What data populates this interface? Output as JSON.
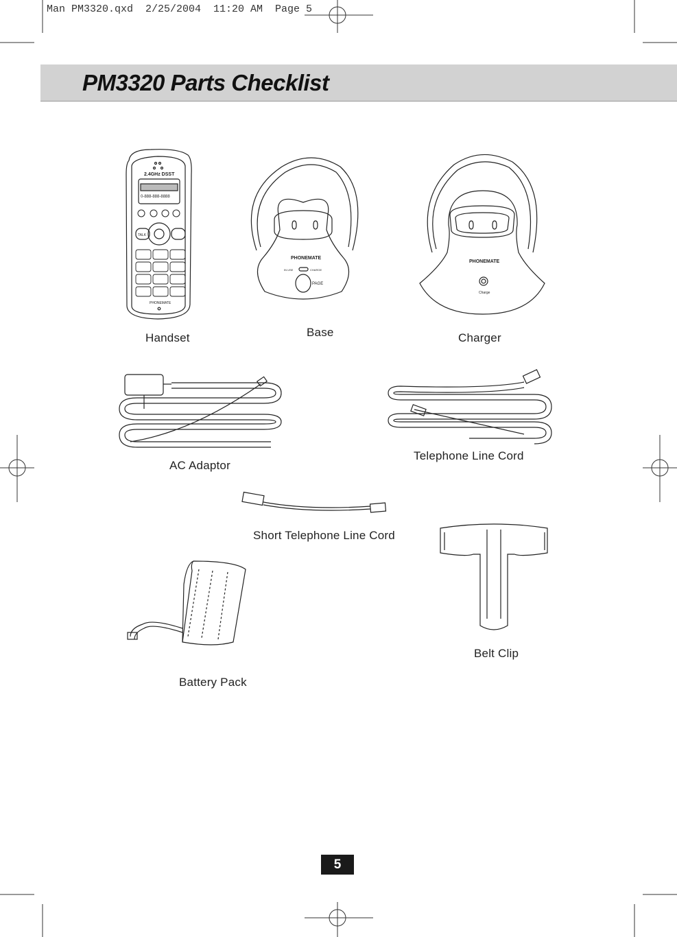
{
  "slug": "Man PM3320.qxd  2/25/2004  11:20 AM  Page 5",
  "title": "PM3320 Parts Checklist",
  "page_number": "5",
  "parts": {
    "handset": "Handset",
    "base": "Base",
    "charger": "Charger",
    "ac_adaptor": "AC Adaptor",
    "telephone_line_cord": "Telephone Line Cord",
    "short_cord": "Short Telephone Line Cord",
    "battery_pack": "Battery Pack",
    "belt_clip": "Belt Clip"
  },
  "device_text": {
    "handset_band": "2.4GHz DSST",
    "handset_display": "0-888-888-8888",
    "handset_talk": "TALK",
    "brand": "PHONEMATE",
    "base_in_use": "IN USE",
    "base_charge": "CHARGE",
    "base_page": "PAGE",
    "charger_charge": "Charge"
  }
}
